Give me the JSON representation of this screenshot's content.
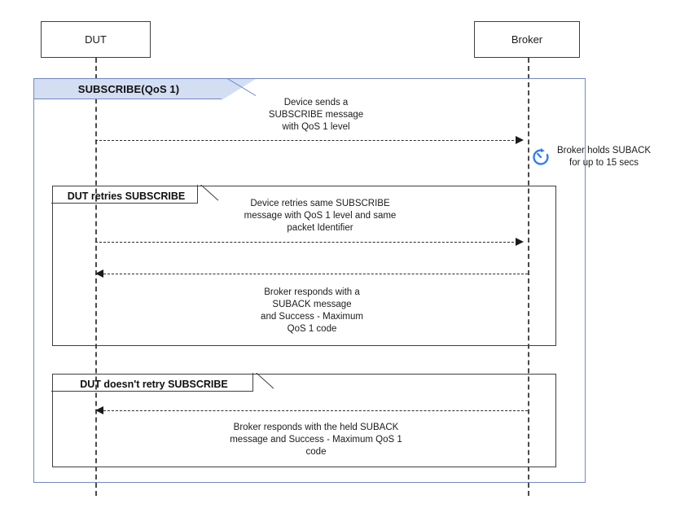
{
  "diagram": {
    "type": "uml-sequence-diagram",
    "participants": [
      {
        "id": "dut",
        "label": "DUT"
      },
      {
        "id": "broker",
        "label": "Broker"
      }
    ],
    "outer_fragment": {
      "label": "SUBSCRIBE(QoS 1)",
      "header_color": "#d3def2",
      "border_color": "#7089c4"
    },
    "fragments": [
      {
        "id": "retry",
        "label": "DUT retries SUBSCRIBE"
      },
      {
        "id": "noretry",
        "label": "DUT doesn't retry SUBSCRIBE"
      }
    ],
    "messages": [
      {
        "id": "msg1",
        "from": "dut",
        "to": "broker",
        "direction": "right",
        "style": "dashed",
        "note": "Device sends a\nSUBSCRIBE message\nwith QoS 1 level"
      },
      {
        "id": "msg2",
        "from": "dut",
        "to": "broker",
        "direction": "right",
        "style": "dashed",
        "note": "Device retries same SUBSCRIBE\nmessage with QoS 1 level and same\npacket Identifier"
      },
      {
        "id": "msg3",
        "from": "broker",
        "to": "dut",
        "direction": "left",
        "style": "dashed",
        "note": "Broker responds with a\nSUBACK message\nand Success - Maximum\nQoS 1  code"
      },
      {
        "id": "msg4",
        "from": "broker",
        "to": "dut",
        "direction": "left",
        "style": "dashed",
        "note": "Broker responds with the held SUBACK\nmessage and Success - Maximum QoS 1\ncode"
      }
    ],
    "annotations": [
      {
        "id": "timer",
        "icon": "timer-icon",
        "icon_color": "#2f7df6",
        "text": "Broker holds SUBACK\nfor up to 15 secs"
      }
    ]
  }
}
